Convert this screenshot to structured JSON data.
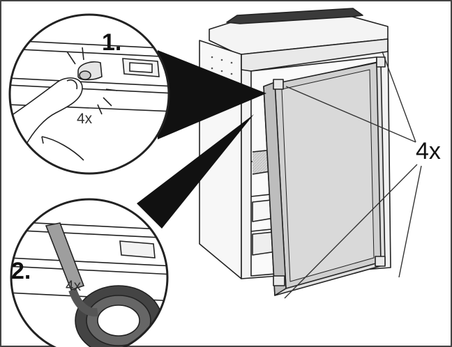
{
  "diagram": {
    "steps": [
      {
        "label": "1.",
        "quantity": "4x"
      },
      {
        "label": "2.",
        "quantity": "4x"
      }
    ],
    "callout_quantity": "4x"
  }
}
